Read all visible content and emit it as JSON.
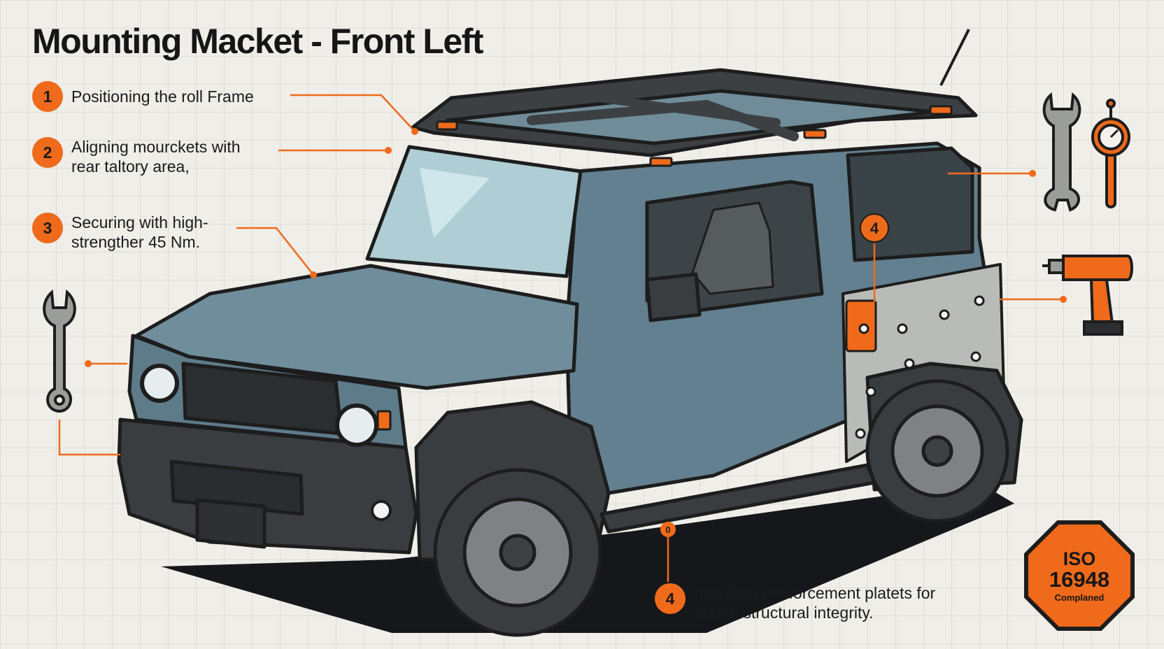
{
  "title": "Mounting Macket - Front Left",
  "steps": [
    {
      "number": "1",
      "text": "Positioning the roll Frame"
    },
    {
      "number": "2",
      "text": "Aligning mourckets with\nrear taltory area,"
    },
    {
      "number": "3",
      "text": "Securing with high-\nstrengther 45 Nm."
    },
    {
      "number": "4",
      "text": "Instulling reinforcement platets for\nadded structural integrity."
    }
  ],
  "callouts": {
    "panel_number": "4",
    "sill_marker": "0"
  },
  "seal": {
    "line1": "ISO",
    "line2": "16948",
    "line3": "Complaned"
  },
  "icons": [
    "wrench-icon",
    "torque-gauge-icon",
    "cordless-drill-icon"
  ],
  "colors": {
    "accent": "#ef6a1a",
    "body": "#62808f",
    "trim": "#3a3d40",
    "outline": "#1d1d1d",
    "background": "#efeee9"
  }
}
